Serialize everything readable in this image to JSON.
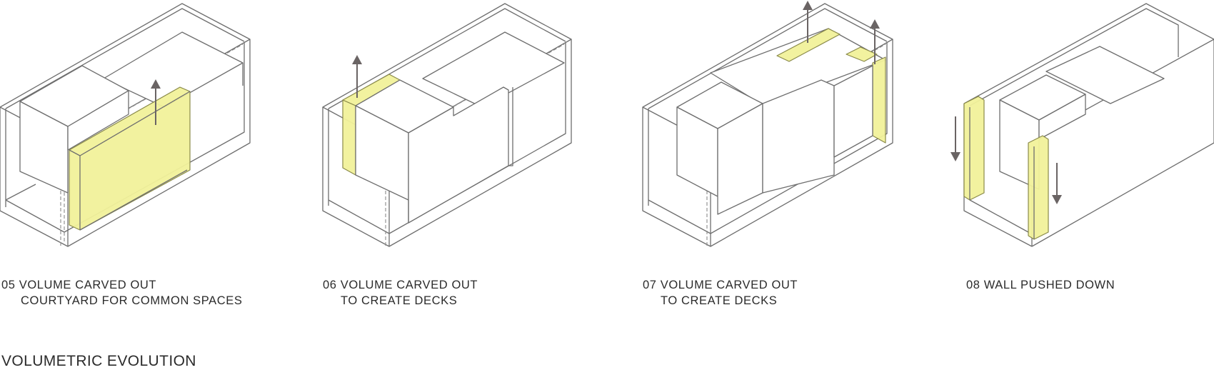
{
  "page": {
    "title": "VOLUMETRIC EVOLUTION"
  },
  "steps": [
    {
      "line1": "05 VOLUME CARVED OUT",
      "line2": "COURTYARD FOR COMMON SPACES",
      "arrow": "up-arrow-icon"
    },
    {
      "line1": "06 VOLUME CARVED OUT",
      "line2": "TO CREATE DECKS",
      "arrow": "up-arrow-icon"
    },
    {
      "line1": "07 VOLUME CARVED OUT",
      "line2": "TO CREATE DECKS",
      "arrow": "up-arrow-icon"
    },
    {
      "line1": "08 WALL PUSHED DOWN",
      "line2": "",
      "arrow": "down-arrow-icon"
    }
  ],
  "colors": {
    "highlight": "#f1f19a",
    "line": "#6e6e6e",
    "arrow": "#6a6464",
    "text": "#2b2b2b"
  }
}
